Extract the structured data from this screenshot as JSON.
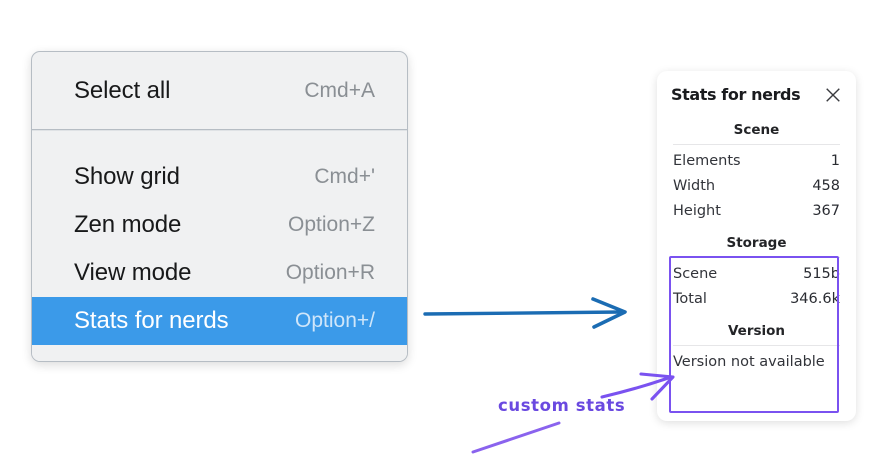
{
  "context_menu": {
    "groups": [
      {
        "name": "primary",
        "items": [
          {
            "label": "Select all",
            "shortcut": "Cmd+A",
            "selected": false
          }
        ]
      },
      {
        "name": "view",
        "items": [
          {
            "label": "Show grid",
            "shortcut": "Cmd+'",
            "selected": false
          },
          {
            "label": "Zen mode",
            "shortcut": "Option+Z",
            "selected": false
          },
          {
            "label": "View mode",
            "shortcut": "Option+R",
            "selected": false
          },
          {
            "label": "Stats for nerds",
            "shortcut": "Option+/",
            "selected": true
          }
        ]
      }
    ],
    "colors": {
      "background": "#f0f1f2",
      "border": "#b6bdc4",
      "selected_background": "#3b9ae9",
      "label": "#18191a",
      "shortcut": "#8a8f94"
    }
  },
  "stats_panel": {
    "title": "Stats for nerds",
    "close_icon": "close-icon",
    "sections": [
      {
        "heading": "Scene",
        "rows": [
          {
            "label": "Elements",
            "value": "1"
          },
          {
            "label": "Width",
            "value": "458"
          },
          {
            "label": "Height",
            "value": "367"
          }
        ]
      },
      {
        "heading": "Storage",
        "rows": [
          {
            "label": "Scene",
            "value": "515b"
          },
          {
            "label": "Total",
            "value": "346.6k"
          }
        ]
      },
      {
        "heading": "Version",
        "version_text": "Version not available"
      }
    ]
  },
  "annotations": {
    "callout_label": "custom stats",
    "blue_arrow": {
      "name": "blue-pointer-arrow",
      "color": "#1b6cb3"
    },
    "purple_arrow": {
      "name": "purple-pointer-arrow",
      "color": "#7a52f0"
    },
    "purple_underline": {
      "name": "purple-underline-stroke",
      "color": "#8a63ee"
    },
    "highlight_box": {
      "name": "custom-stats-highlight-box",
      "color": "#7a52f0"
    }
  }
}
